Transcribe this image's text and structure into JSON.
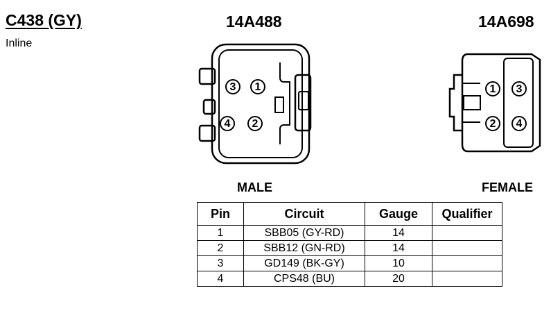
{
  "connector": {
    "id": "C438 (GY)",
    "location": "Inline"
  },
  "male": {
    "part_number": "14A488",
    "label": "MALE",
    "pins": [
      "3",
      "1",
      "4",
      "2"
    ]
  },
  "female": {
    "part_number": "14A698",
    "label": "FEMALE",
    "pins": [
      "1",
      "3",
      "2",
      "4"
    ]
  },
  "pin_table": {
    "headers": [
      "Pin",
      "Circuit",
      "Gauge",
      "Qualifier"
    ],
    "rows": [
      {
        "pin": "1",
        "circuit": "SBB05 (GY-RD)",
        "gauge": "14",
        "qualifier": ""
      },
      {
        "pin": "2",
        "circuit": "SBB12 (GN-RD)",
        "gauge": "14",
        "qualifier": ""
      },
      {
        "pin": "3",
        "circuit": "GD149 (BK-GY)",
        "gauge": "10",
        "qualifier": ""
      },
      {
        "pin": "4",
        "circuit": "CPS48 (BU)",
        "gauge": "20",
        "qualifier": ""
      }
    ]
  }
}
